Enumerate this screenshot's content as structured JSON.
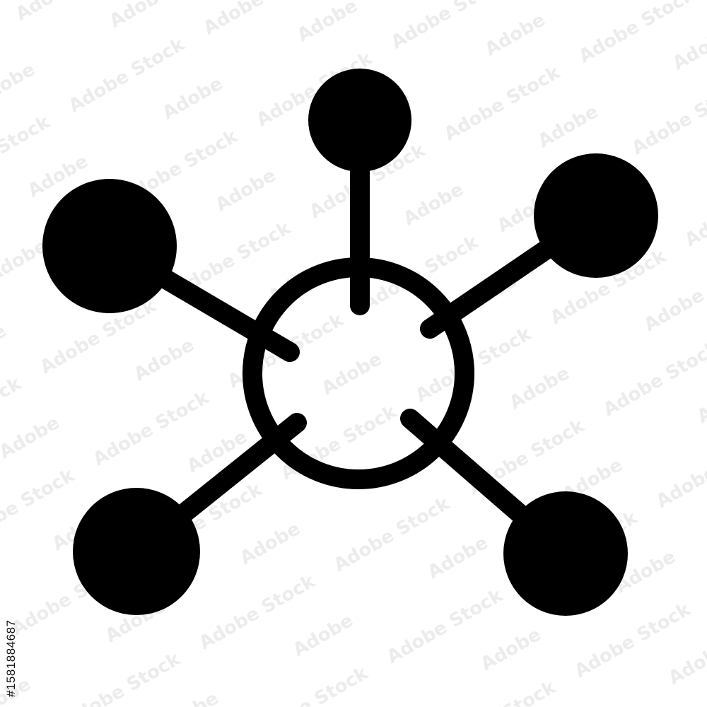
{
  "watermark": {
    "text": "Adobe Stock",
    "side_text": "#1581884687"
  },
  "icon": {
    "name": "network-hub-icon",
    "color": "#000000",
    "background": "#ffffff",
    "satellite_count": 5
  }
}
